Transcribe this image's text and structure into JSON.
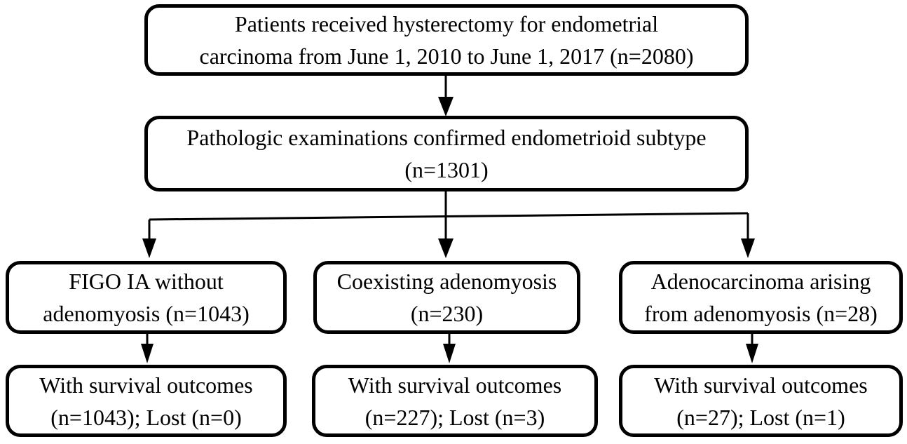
{
  "diagram": {
    "type": "patient-flowchart",
    "colors": {
      "line": "#000000",
      "box_border": "#000000",
      "box_fill": "#ffffff",
      "text": "#000000",
      "background": "#ffffff"
    },
    "nodes": {
      "total": {
        "lines": [
          "Patients received hysterectomy for endometrial",
          "carcinoma from June 1, 2010 to June 1, 2017 (n=2080)"
        ]
      },
      "pathology": {
        "lines": [
          "Pathologic examinations confirmed endometrioid subtype",
          "(n=1301)"
        ]
      },
      "figo": {
        "lines": [
          "FIGO IA without",
          "adenomyosis (n=1043)"
        ]
      },
      "coexisting": {
        "lines": [
          "Coexisting adenomyosis",
          "(n=230)"
        ]
      },
      "arising": {
        "lines": [
          "Adenocarcinoma arising",
          "from adenomyosis (n=28)"
        ]
      },
      "figo_outcome": {
        "lines": [
          "With survival outcomes",
          "(n=1043); Lost (n=0)"
        ]
      },
      "coexisting_outcome": {
        "lines": [
          "With survival outcomes",
          "(n=227); Lost (n=3)"
        ]
      },
      "arising_outcome": {
        "lines": [
          "With survival outcomes",
          "(n=27); Lost (n=1)"
        ]
      }
    },
    "edges": [
      {
        "from": "total",
        "to": "pathology"
      },
      {
        "from": "pathology",
        "to": "figo"
      },
      {
        "from": "pathology",
        "to": "coexisting"
      },
      {
        "from": "pathology",
        "to": "arising"
      },
      {
        "from": "figo",
        "to": "figo_outcome"
      },
      {
        "from": "coexisting",
        "to": "coexisting_outcome"
      },
      {
        "from": "arising",
        "to": "arising_outcome"
      }
    ]
  }
}
